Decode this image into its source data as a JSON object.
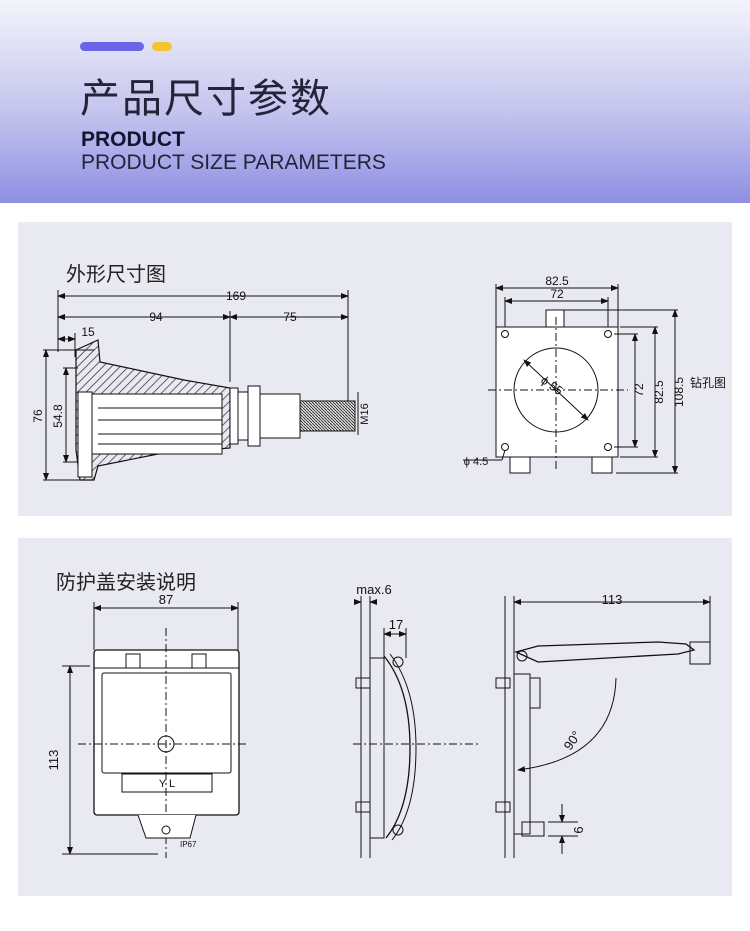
{
  "header": {
    "title_cn": "产品尺寸参数",
    "title_en_bold": "PRODUCT",
    "title_en_sub": "PRODUCT SIZE PARAMETERS",
    "colors": {
      "accent_purple": "#6a64e6",
      "accent_yellow": "#f5c230"
    }
  },
  "section_outline": {
    "title": "外形尺寸图",
    "side_view": {
      "dim_overall": "169",
      "dim_body": "94",
      "dim_cable": "75",
      "dim_15": "15",
      "dim_height": "76",
      "dim_inner": "54.8",
      "thread": "M16"
    },
    "front_view": {
      "dim_width": "82.5",
      "dim_hole_w": "72",
      "dim_hole_h": "72",
      "dim_height": "82.5",
      "dim_total": "108.5",
      "circle": "ϕ 55",
      "hole": "ϕ 4.5",
      "drill_label": "钻孔图"
    }
  },
  "section_install": {
    "title": "防护盖安装说明",
    "front": {
      "dim_width": "87",
      "dim_height": "113",
      "label_plate": "Y L",
      "ip": "IP67"
    },
    "side": {
      "dim_max": "max.6",
      "dim_17": "17"
    },
    "open": {
      "dim_113": "113",
      "angle": "90°",
      "dim_6": "6"
    }
  }
}
